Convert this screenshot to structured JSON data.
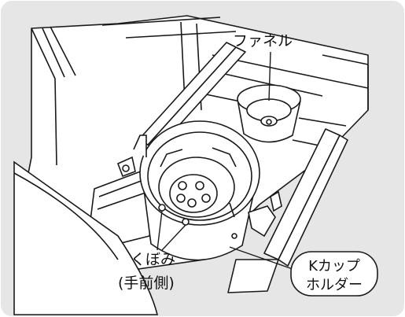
{
  "labels": {
    "funnel": "ファネル",
    "indent_line1": "くぼみ",
    "indent_line2": "(手前側)",
    "holder_line1": "Kカップ",
    "holder_line2": "ホルダー"
  },
  "colors": {
    "panel_background": "#e6e6e6",
    "line": "#1a1a1a",
    "fill": "#ffffff"
  }
}
